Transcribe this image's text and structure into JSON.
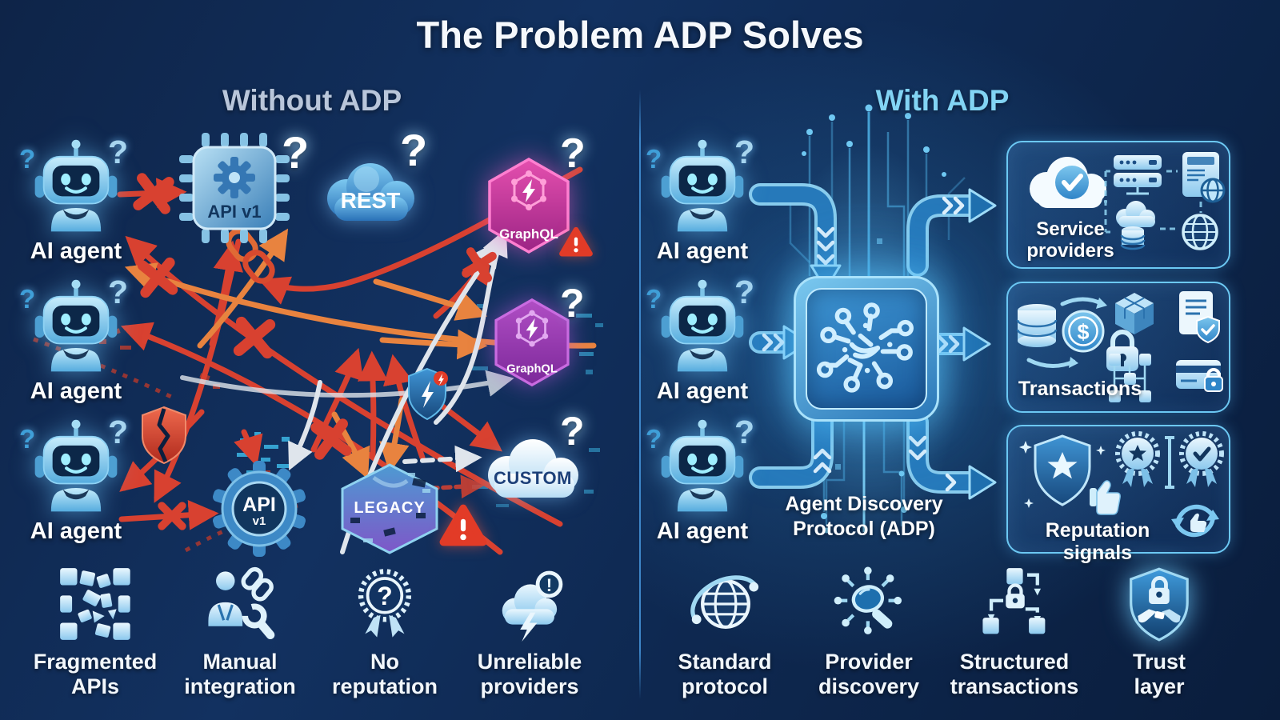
{
  "title": "The Problem ADP Solves",
  "colors": {
    "title_color": "#f5f8fc",
    "left_heading_color": "#b9c6da",
    "right_heading_color": "#82d4f4",
    "arrow_red": "#d84130",
    "arrow_orange": "#e8833f",
    "arrow_silver": "#dde4ec",
    "robot_blue": "#5ab4e6",
    "magenta": "#d6359b",
    "purple": "#9b34ad",
    "pipe_fill": "#2a7fc0",
    "pipe_edge": "#9fdcf8",
    "panel_border": "#6cc8f3",
    "icon_light": "#cfeefb",
    "warning_red": "#e23b27"
  },
  "glyphs": {
    "question": "?",
    "exclamation": "!",
    "dollar": "$"
  },
  "left": {
    "heading": "Without ADP",
    "agents": [
      {
        "label": "AI agent"
      },
      {
        "label": "AI agent"
      },
      {
        "label": "AI agent"
      }
    ],
    "nodes": {
      "api_chip": "API v1",
      "rest": "REST",
      "graphql_top": "GraphQL",
      "graphql_mid": "GraphQL",
      "custom": "CUSTOM",
      "api_gear_line1": "API",
      "api_gear_line2": "v1",
      "legacy": "LEGACY"
    },
    "problems": [
      {
        "icon": "fragmented-apis-icon",
        "line1": "Fragmented",
        "line2": "APIs"
      },
      {
        "icon": "manual-integration-icon",
        "line1": "Manual",
        "line2": "integration"
      },
      {
        "icon": "no-reputation-icon",
        "line1": "No",
        "line2": "reputation"
      },
      {
        "icon": "unreliable-providers-icon",
        "line1": "Unreliable",
        "line2": "providers"
      }
    ]
  },
  "right": {
    "heading": "With ADP",
    "agents": [
      {
        "label": "AI agent"
      },
      {
        "label": "AI agent"
      },
      {
        "label": "AI agent"
      }
    ],
    "hub": {
      "line1": "Agent Discovery",
      "line2": "Protocol (ADP)"
    },
    "panels": [
      {
        "label": "Service providers"
      },
      {
        "label": "Transactions"
      },
      {
        "label": "Reputation signals"
      }
    ],
    "benefits": [
      {
        "icon": "standard-protocol-icon",
        "line1": "Standard",
        "line2": "protocol"
      },
      {
        "icon": "provider-discovery-icon",
        "line1": "Provider",
        "line2": "discovery"
      },
      {
        "icon": "structured-transactions-icon",
        "line1": "Structured",
        "line2": "transactions"
      },
      {
        "icon": "trust-layer-icon",
        "line1": "Trust",
        "line2": "layer"
      }
    ]
  }
}
